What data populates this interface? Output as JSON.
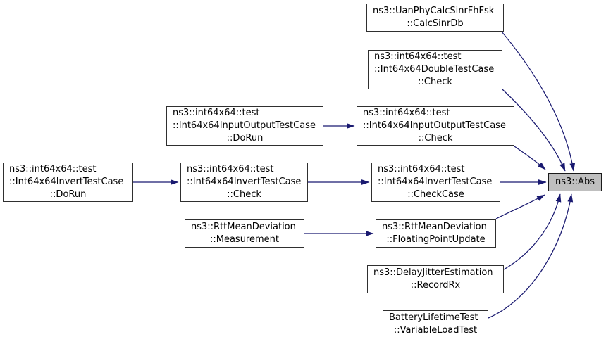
{
  "diagram": {
    "kind": "doxygen-call-graph",
    "colors": {
      "edge": "#191970",
      "node_fill": "#ffffff",
      "node_border": "#2f2f2f",
      "target_node_fill": "#bfbfbf",
      "text": "#000000",
      "background": "#ffffff"
    },
    "target_node_id": "abs",
    "nodes": [
      {
        "id": "invert-dorun",
        "label": "ns3::int64x64::test\n::Int64x64InvertTestCase\n::DoRun"
      },
      {
        "id": "inputoutput-dorun",
        "label": "ns3::int64x64::test\n::Int64x64InputOutputTestCase\n::DoRun"
      },
      {
        "id": "invert-check",
        "label": "ns3::int64x64::test\n::Int64x64InvertTestCase\n::Check"
      },
      {
        "id": "rtt-measurement",
        "label": "ns3::RttMeanDeviation\n::Measurement"
      },
      {
        "id": "uanphy-calcsinrdb",
        "label": "ns3::UanPhyCalcSinrFhFsk\n::CalcSinrDb"
      },
      {
        "id": "double-check",
        "label": "ns3::int64x64::test\n::Int64x64DoubleTestCase\n::Check"
      },
      {
        "id": "inputoutput-check",
        "label": "ns3::int64x64::test\n::Int64x64InputOutputTestCase\n::Check"
      },
      {
        "id": "invert-checkcase",
        "label": "ns3::int64x64::test\n::Int64x64InvertTestCase\n::CheckCase"
      },
      {
        "id": "rtt-fpupdate",
        "label": "ns3::RttMeanDeviation\n::FloatingPointUpdate"
      },
      {
        "id": "delayjitter-recordrx",
        "label": "ns3::DelayJitterEstimation\n::RecordRx"
      },
      {
        "id": "battery-varloadtest",
        "label": "BatteryLifetimeTest\n::VariableLoadTest"
      },
      {
        "id": "abs",
        "label": "ns3::Abs"
      }
    ],
    "edges": [
      {
        "from": "invert-dorun",
        "to": "invert-check"
      },
      {
        "from": "inputoutput-dorun",
        "to": "inputoutput-check"
      },
      {
        "from": "invert-check",
        "to": "invert-checkcase"
      },
      {
        "from": "rtt-measurement",
        "to": "rtt-fpupdate"
      },
      {
        "from": "uanphy-calcsinrdb",
        "to": "abs"
      },
      {
        "from": "double-check",
        "to": "abs"
      },
      {
        "from": "inputoutput-check",
        "to": "abs"
      },
      {
        "from": "invert-checkcase",
        "to": "abs"
      },
      {
        "from": "rtt-fpupdate",
        "to": "abs"
      },
      {
        "from": "delayjitter-recordrx",
        "to": "abs"
      },
      {
        "from": "battery-varloadtest",
        "to": "abs"
      }
    ]
  }
}
